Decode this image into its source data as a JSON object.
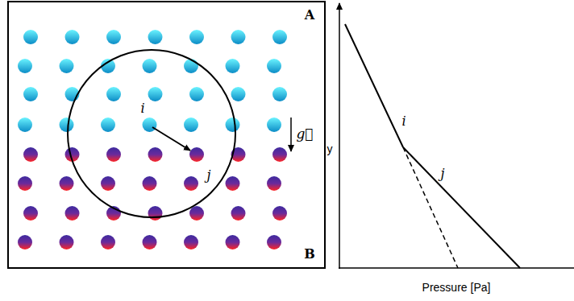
{
  "diagram": {
    "labels": [
      "A",
      "i",
      "g⃗",
      "j",
      "B",
      "y",
      "i",
      "j",
      "Pressure [Pa]"
    ]
  }
}
